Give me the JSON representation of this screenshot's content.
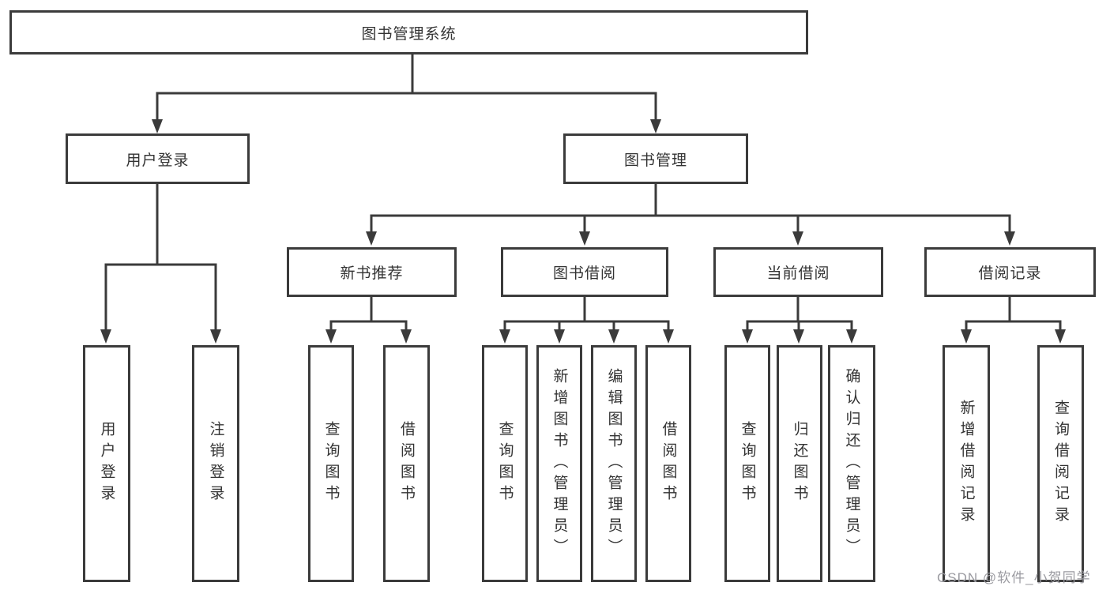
{
  "diagram": {
    "root": {
      "label": "图书管理系统"
    },
    "branches": {
      "user_login": {
        "label": "用户登录",
        "children": {
          "login": "用户登录",
          "logout": "注销登录"
        }
      },
      "book_management": {
        "label": "图书管理",
        "children": {
          "new_book_recommend": {
            "label": "新书推荐",
            "children": {
              "query": "查询图书",
              "borrow": "借阅图书"
            }
          },
          "book_borrow": {
            "label": "图书借阅",
            "children": {
              "query": "查询图书",
              "add": "新增图书（管理员）",
              "edit": "编辑图书（管理员）",
              "borrow": "借阅图书"
            }
          },
          "current_borrow": {
            "label": "当前借阅",
            "children": {
              "query": "查询图书",
              "return": "归还图书",
              "confirm": "确认归还（管理员）"
            }
          },
          "borrow_records": {
            "label": "借阅记录",
            "children": {
              "add": "新增借阅记录",
              "query": "查询借阅记录"
            }
          }
        }
      }
    }
  },
  "watermark": {
    "text": "CSDN @软件_小贺同学"
  },
  "colors": {
    "line": "#3b3b3b",
    "text": "#333333",
    "watermark": "#9b9ba1",
    "background": "#ffffff"
  }
}
